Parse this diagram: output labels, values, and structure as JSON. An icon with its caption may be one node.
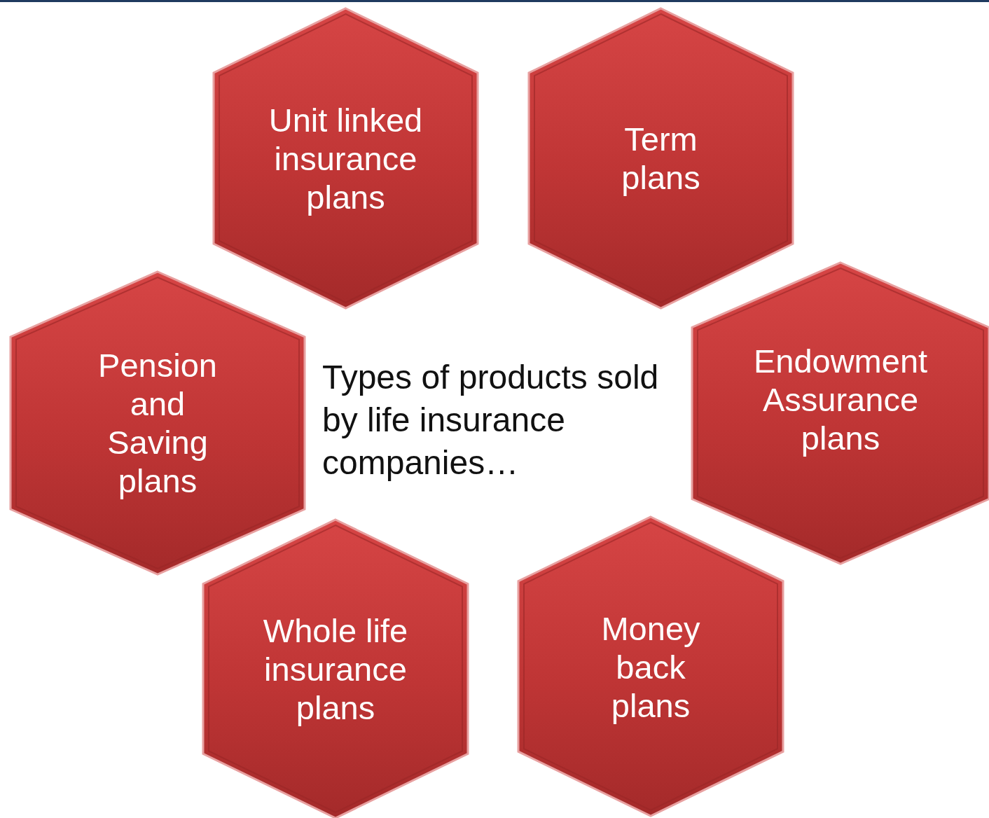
{
  "diagram": {
    "title": "Types of products sold by life insurance companies…",
    "nodes": [
      {
        "text": [
          "Unit linked insurance plans"
        ]
      },
      {
        "text": [
          "Term plans"
        ]
      },
      {
        "text": [
          "Pension and Saving plans"
        ]
      },
      {
        "text": [
          "Endowment Assurance plans"
        ]
      },
      {
        "text": [
          "Whole life insurance plans"
        ]
      },
      {
        "text": [
          "Money back plans"
        ]
      }
    ]
  }
}
